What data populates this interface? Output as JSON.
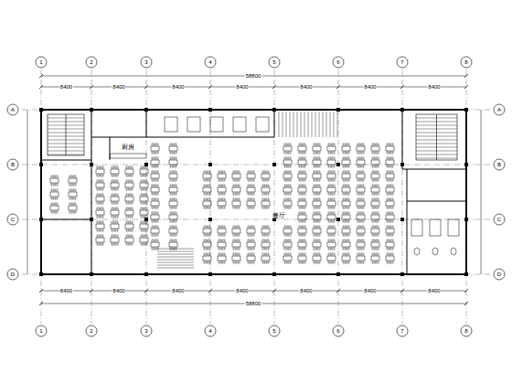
{
  "diagram": {
    "labels": [
      "1",
      "2",
      "3",
      "4",
      "5",
      "6",
      "7",
      "8",
      "1",
      "2",
      "3",
      "4",
      "5",
      "6",
      "7",
      "8",
      "A",
      "B",
      "C",
      "D",
      "A",
      "B",
      "C",
      "D",
      "8400",
      "8400",
      "8400",
      "8400",
      "8400",
      "8400",
      "8400",
      "58800",
      "8400",
      "8400",
      "8400",
      "8400",
      "8400",
      "8400",
      "8400",
      "58800",
      "餐厅",
      "厨房"
    ]
  }
}
